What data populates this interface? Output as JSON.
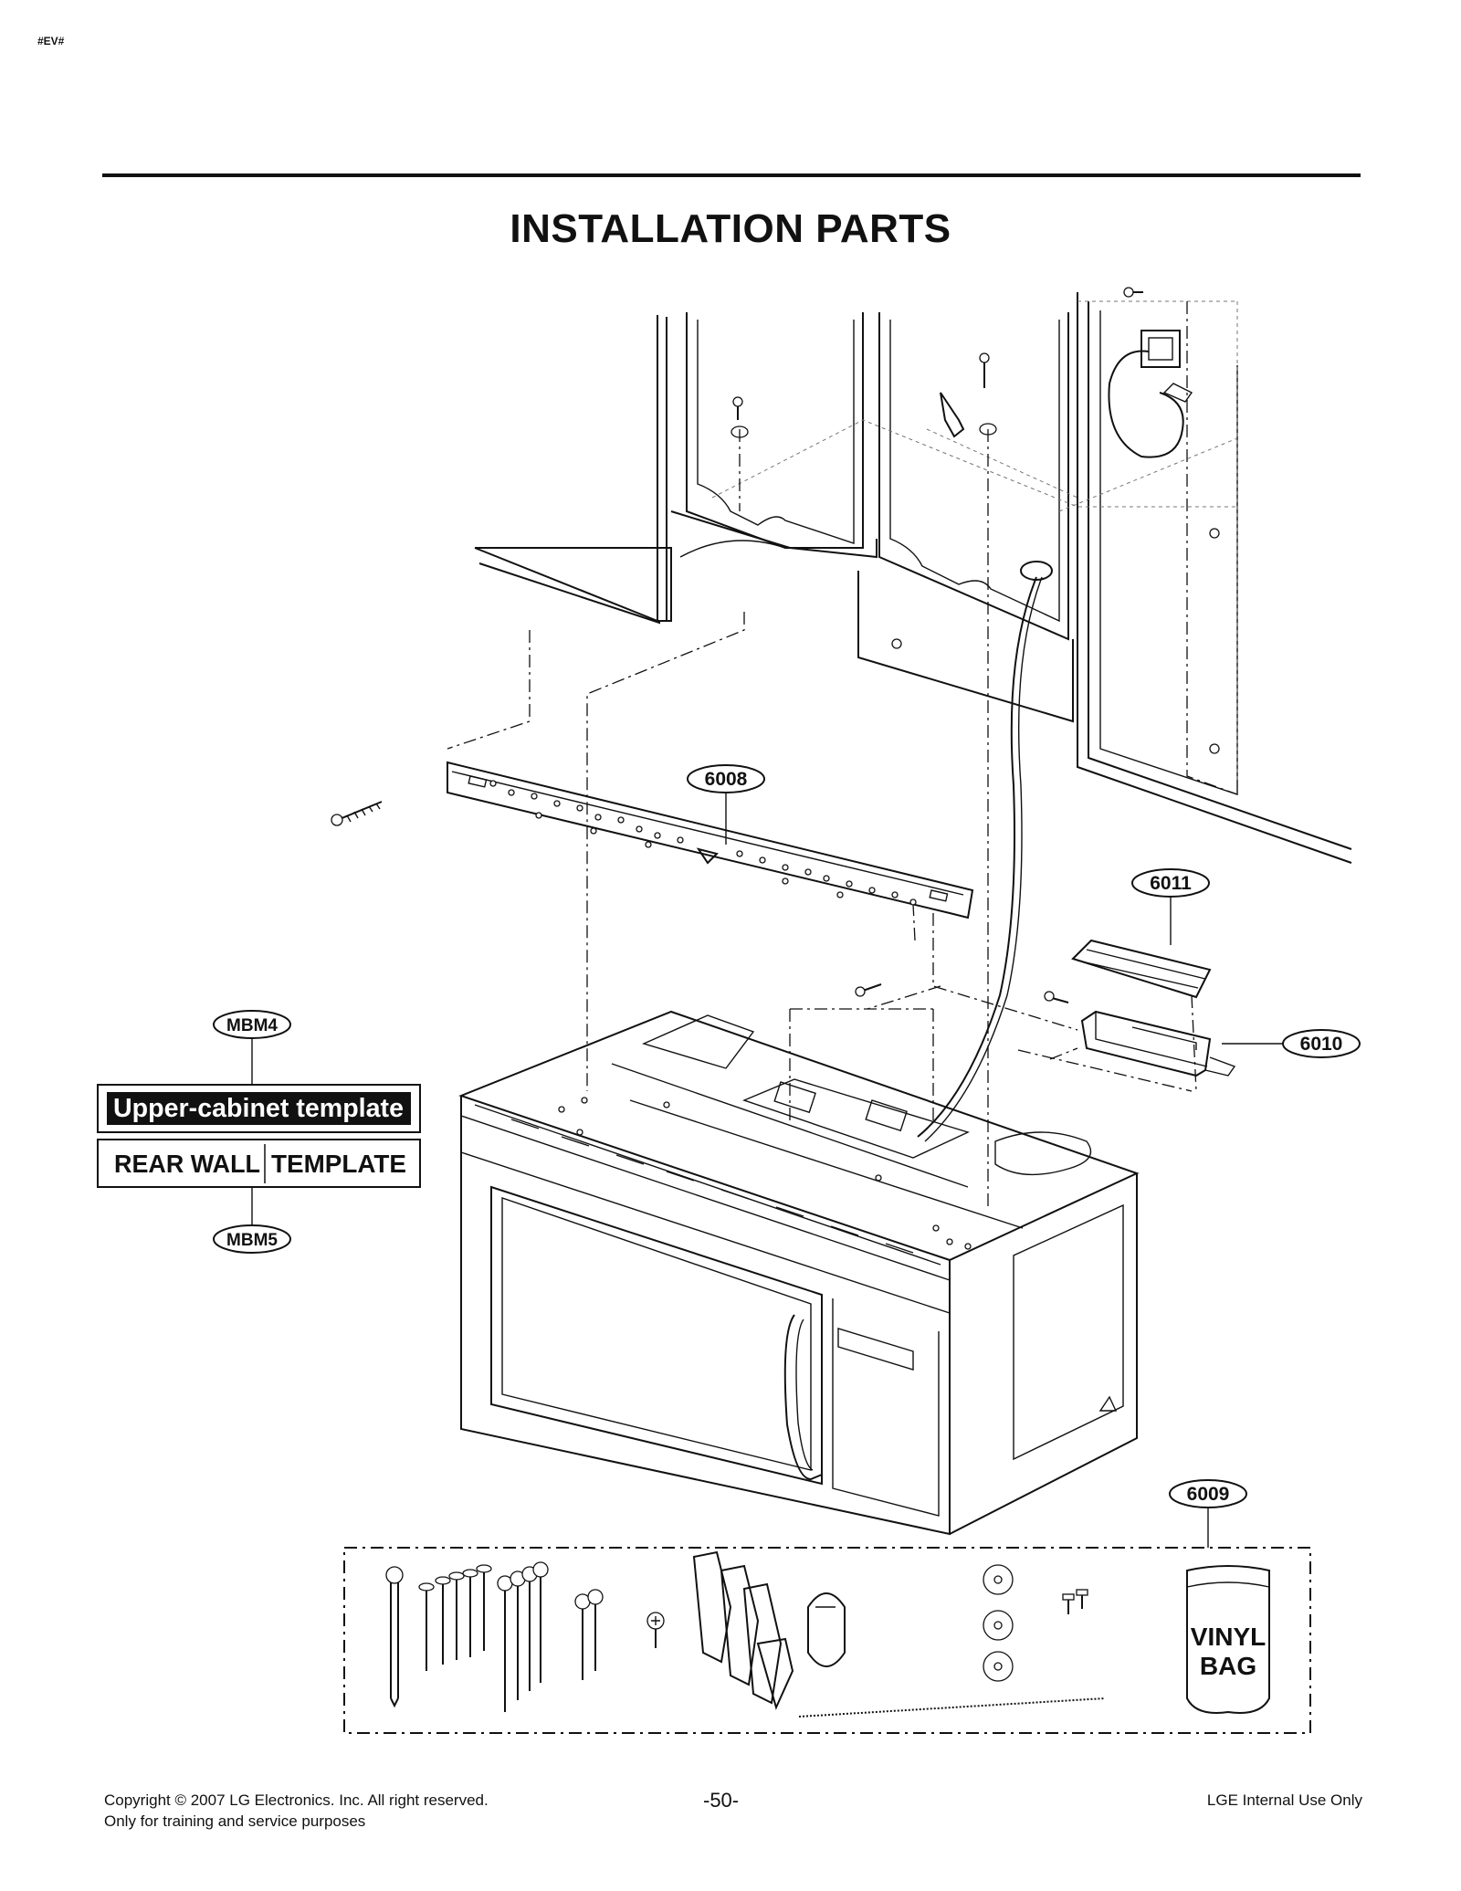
{
  "header": {
    "corner_tag": "#EV#",
    "title": "INSTALLATION PARTS"
  },
  "callouts": {
    "c6008": "6008",
    "c6011": "6011",
    "c6010": "6010",
    "c6009": "6009",
    "mbm4": "MBM4",
    "mbm5": "MBM5"
  },
  "templates": {
    "upper_cabinet": "Upper-cabinet template",
    "rear_wall_part1": "REAR WALL",
    "rear_wall_part2": "TEMPLATE"
  },
  "kit": {
    "bag_line1": "VINYL",
    "bag_line2": "BAG"
  },
  "footer": {
    "copyright_line1": "Copyright © 2007 LG Electronics. Inc. All right reserved.",
    "copyright_line2": "Only for training and service purposes",
    "page_number": "-50-",
    "internal_use": "LGE Internal Use Only"
  }
}
